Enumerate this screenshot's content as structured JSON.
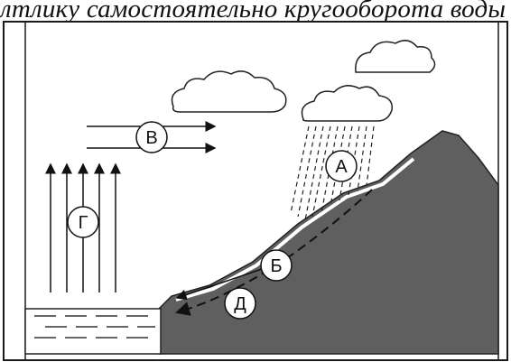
{
  "header": {
    "text": "лтлику самостоятельно кругооборота воды"
  },
  "labels": {
    "a": "А",
    "b": "Б",
    "v": "В",
    "g": "Г",
    "d": "Д"
  },
  "colors": {
    "frame": "#1a1a1a",
    "mountain": "#5f5f5f",
    "cloud_outline": "#222222",
    "background": "#ffffff"
  }
}
